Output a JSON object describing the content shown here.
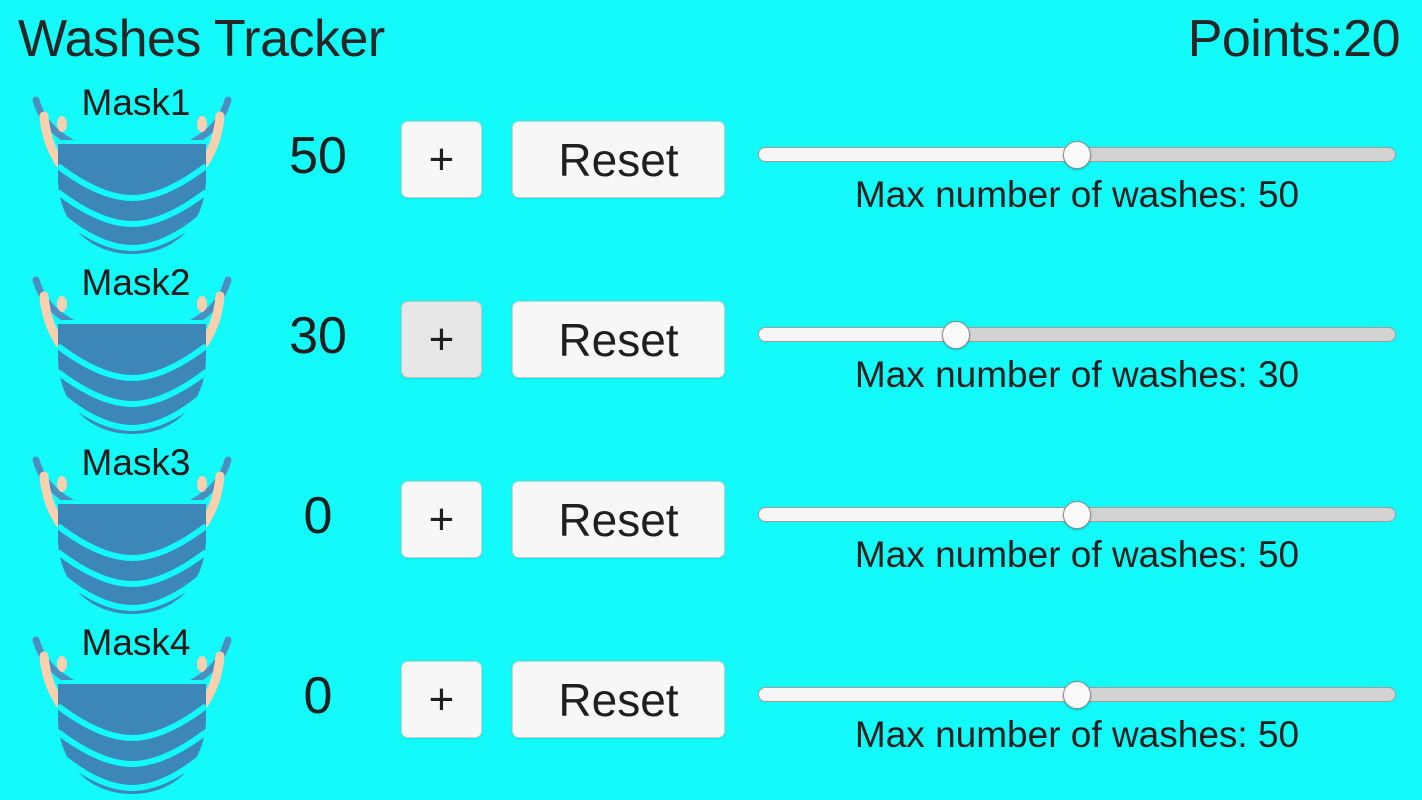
{
  "header": {
    "title": "Washes Tracker",
    "points_label": "Points:20"
  },
  "rows": [
    {
      "mask_label": "Mask1",
      "mask_icon": "face-mask-icon",
      "count": "50",
      "plus_label": "+",
      "plus_state": "normal",
      "reset_label": "Reset",
      "slider_value": 50,
      "slider_min": 0,
      "slider_max": 100,
      "slider_percent": 50,
      "slider_caption": "Max number of washes: 50"
    },
    {
      "mask_label": "Mask2",
      "mask_icon": "face-mask-icon",
      "count": "30",
      "plus_label": "+",
      "plus_state": "active",
      "reset_label": "Reset",
      "slider_value": 30,
      "slider_min": 0,
      "slider_max": 100,
      "slider_percent": 31,
      "slider_caption": "Max number of washes: 30"
    },
    {
      "mask_label": "Mask3",
      "mask_icon": "face-mask-icon",
      "count": "0",
      "plus_label": "+",
      "plus_state": "normal",
      "reset_label": "Reset",
      "slider_value": 50,
      "slider_min": 0,
      "slider_max": 100,
      "slider_percent": 50,
      "slider_caption": "Max number of washes: 50"
    },
    {
      "mask_label": "Mask4",
      "mask_icon": "face-mask-icon",
      "count": "0",
      "plus_label": "+",
      "plus_state": "normal",
      "reset_label": "Reset",
      "slider_value": 50,
      "slider_min": 0,
      "slider_max": 100,
      "slider_percent": 50,
      "slider_caption": "Max number of washes: 50"
    }
  ],
  "colors": {
    "background": "#12FAFA",
    "mask_blue": "#3D86B8",
    "mask_outline": "#4A8FBF",
    "ear_loop": "#FBD0AE",
    "text": "#1F1F1F",
    "button_face": "#F7F7F7",
    "button_face_active": "#E7E7E7",
    "slider_track": "#D3D3D3",
    "slider_fill": "#F6F6F6"
  }
}
